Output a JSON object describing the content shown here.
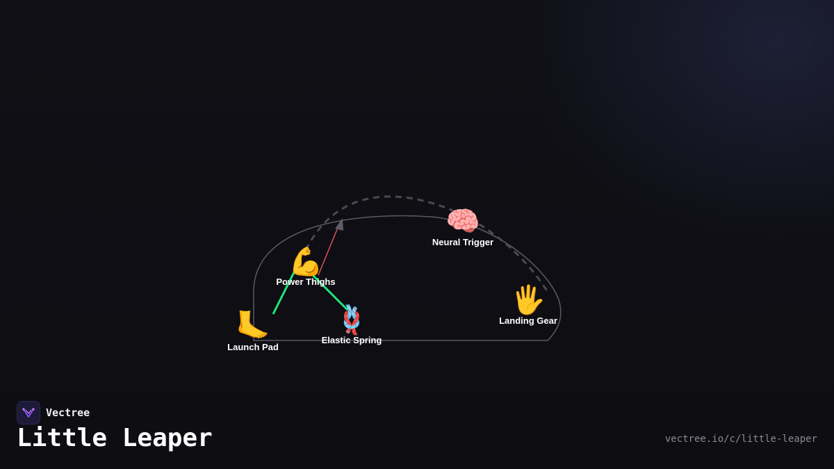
{
  "brand": {
    "name": "Vectree",
    "logo_icon": "vectree-logo-icon"
  },
  "title": "Little Leaper",
  "url": "vectree.io/c/little-leaper",
  "colors": {
    "background": "#0e0e13",
    "outline": "#5a5a62",
    "trajectory": "#4a4a52",
    "force_arrow": "#d9534f",
    "leg_links": "#1de87a",
    "label": "#ffffff",
    "logo_bg": "#1e1b3a",
    "logo_accent": "#9b4dff"
  },
  "nodes": [
    {
      "id": "launch_pad",
      "label": "Launch Pad",
      "icon": "foot-icon",
      "glyph": "🦶"
    },
    {
      "id": "power_thighs",
      "label": "Power Thighs",
      "icon": "flexed-bicep-icon",
      "glyph": "💪"
    },
    {
      "id": "elastic_spring",
      "label": "Elastic Spring",
      "icon": "knot-icon",
      "glyph": "🪢"
    },
    {
      "id": "neural_trigger",
      "label": "Neural Trigger",
      "icon": "brain-icon",
      "glyph": "🧠"
    },
    {
      "id": "landing_gear",
      "label": "Landing Gear",
      "icon": "raised-hand-icon",
      "glyph": "🖐"
    }
  ]
}
